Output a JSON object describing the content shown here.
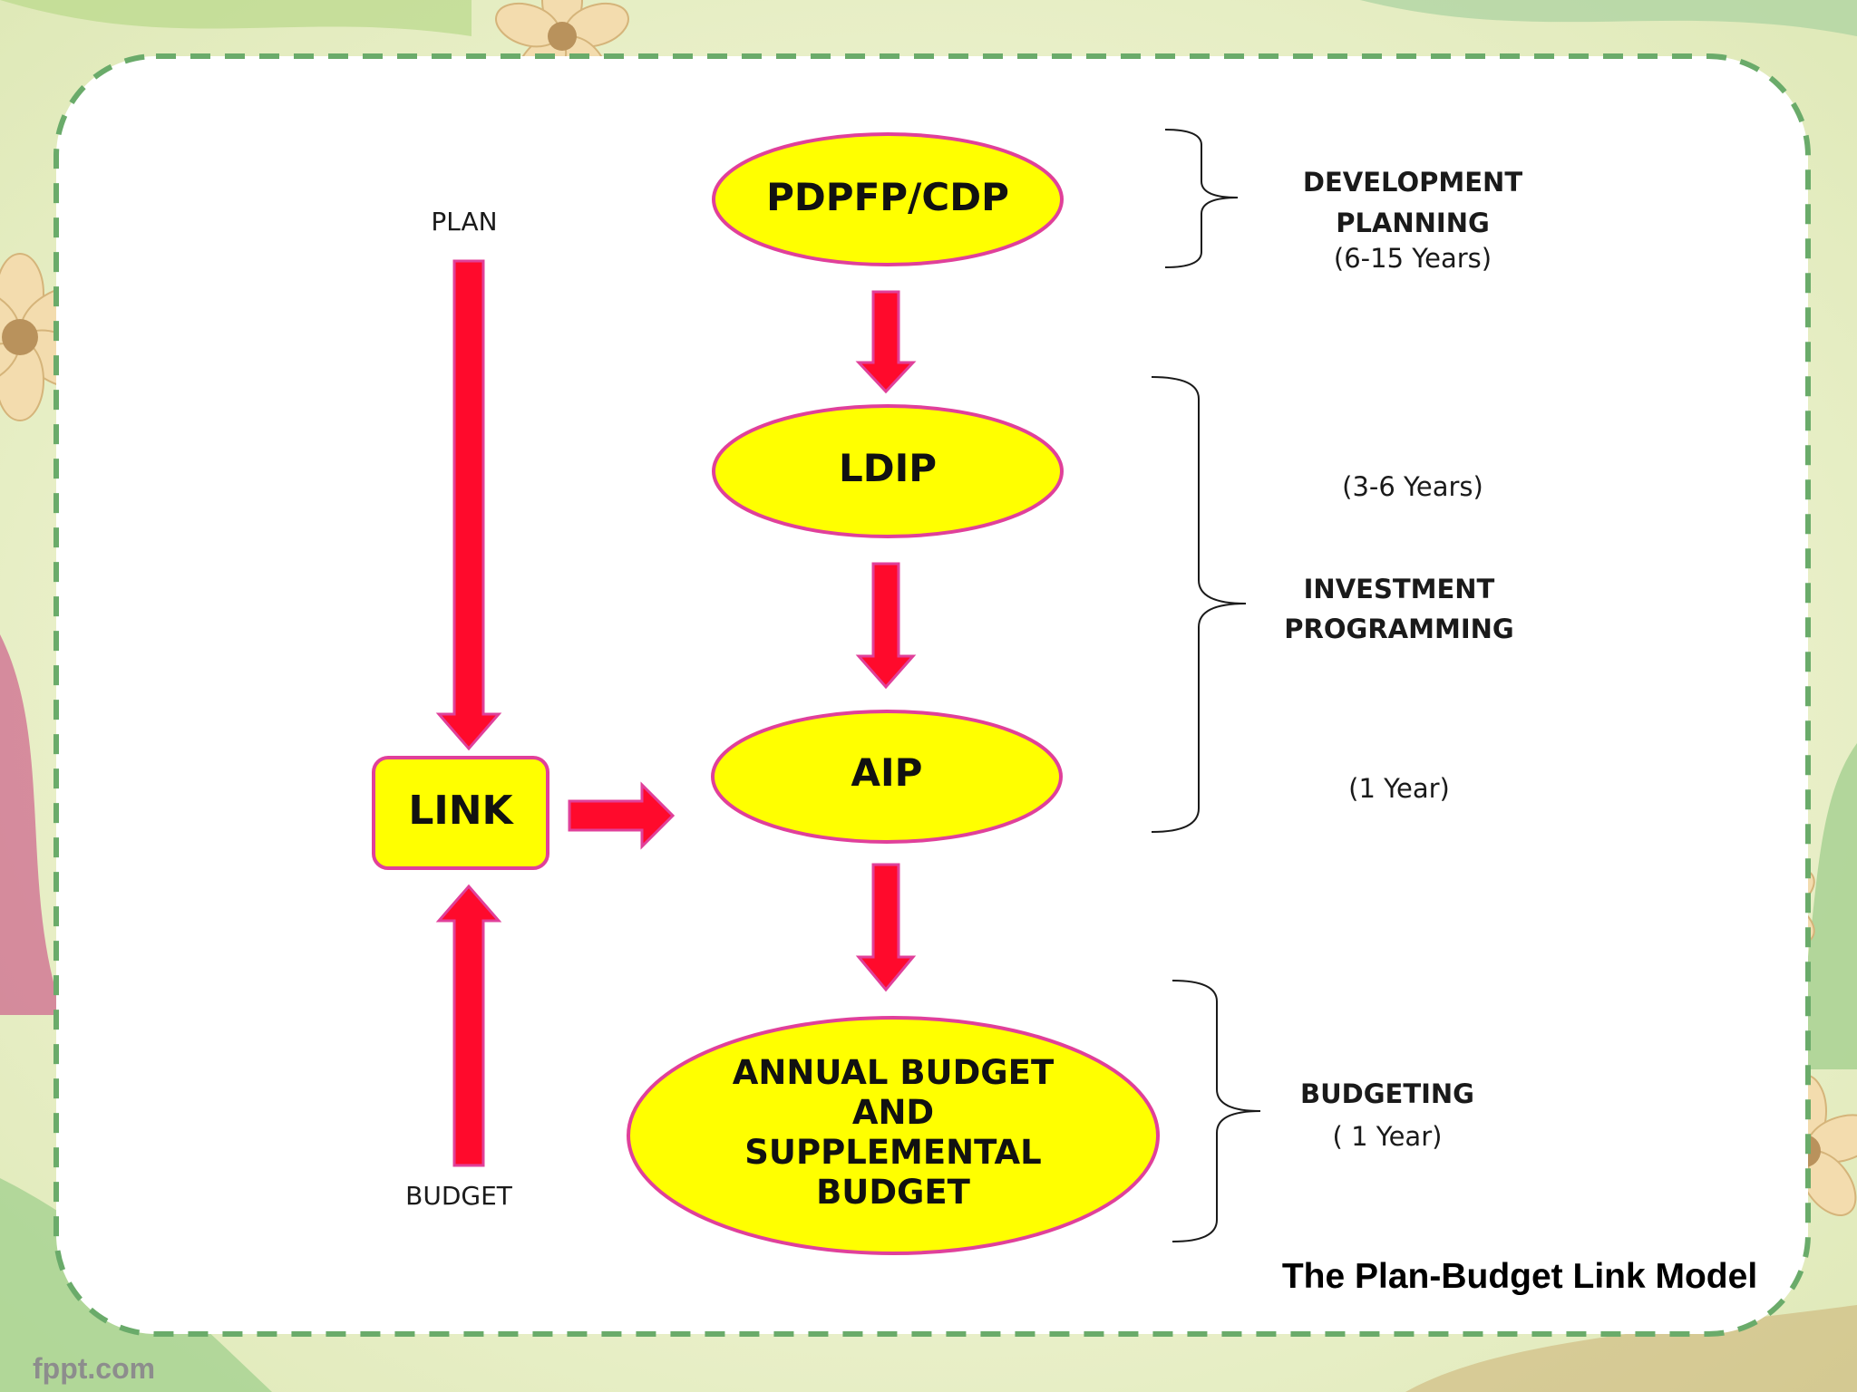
{
  "diagram": {
    "left_labels": {
      "plan": "PLAN",
      "budget": "BUDGET"
    },
    "nodes": {
      "pdpfp": "PDPFP/CDP",
      "ldip": "LDIP",
      "aip": "AIP",
      "annual_budget": [
        "ANNUAL BUDGET",
        "AND",
        "SUPPLEMENTAL",
        "BUDGET"
      ],
      "link": "LINK"
    },
    "phases": {
      "development": {
        "title": [
          "DEVELOPMENT",
          "PLANNING"
        ],
        "duration": "(6-15 Years)"
      },
      "investment": {
        "title": [
          "INVESTMENT",
          "PROGRAMMING"
        ],
        "duration_top": "(3-6 Years)",
        "duration_bottom": "(1 Year)"
      },
      "budgeting": {
        "title": "BUDGETING",
        "duration": "( 1 Year)"
      }
    },
    "caption": "The Plan-Budget Link Model"
  },
  "branding": {
    "text": "fppt.com"
  },
  "colors": {
    "node_fill": "#ffff00",
    "node_border": "#e0409a",
    "arrow_fill": "#ff0a2c",
    "arrow_border": "#e0409a",
    "card_border": "#6aab6a"
  }
}
